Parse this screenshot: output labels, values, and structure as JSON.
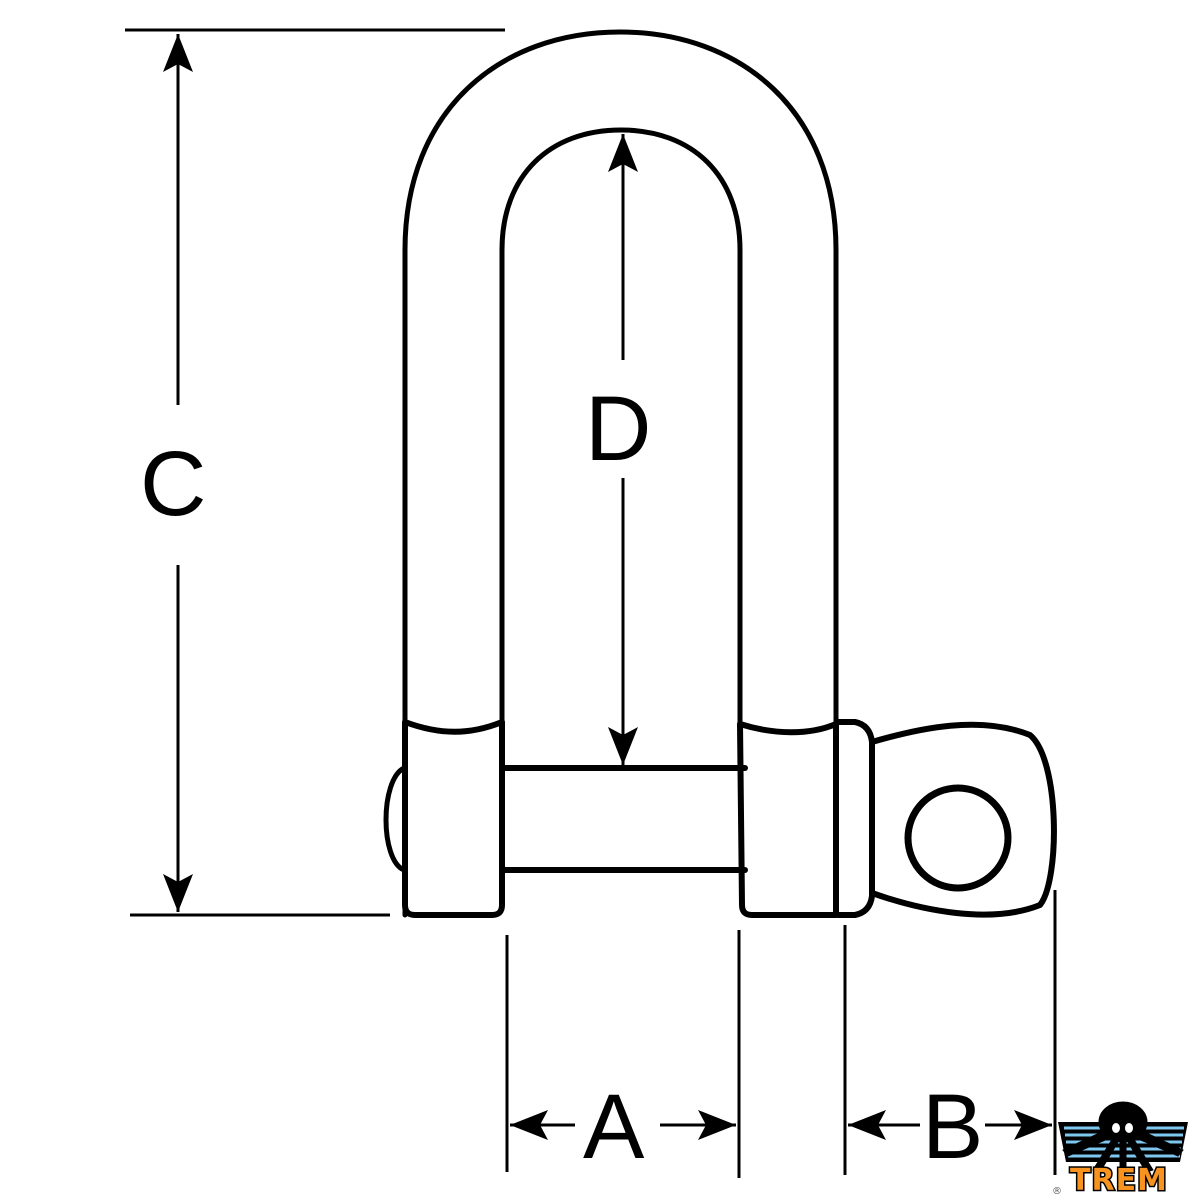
{
  "diagram": {
    "subject": "D-shackle dimension drawing",
    "dimensions": {
      "A": {
        "label": "A",
        "meaning": "inner width between legs"
      },
      "B": {
        "label": "B",
        "meaning": "pin eye extension"
      },
      "C": {
        "label": "C",
        "meaning": "overall height"
      },
      "D": {
        "label": "D",
        "meaning": "inner height"
      }
    },
    "colors": {
      "line": "#000000",
      "background": "#ffffff",
      "logo_orange": "#f7931e",
      "logo_blue": "#7ec8f0"
    }
  },
  "logo": {
    "text": "TREM",
    "registered_mark": "®"
  }
}
